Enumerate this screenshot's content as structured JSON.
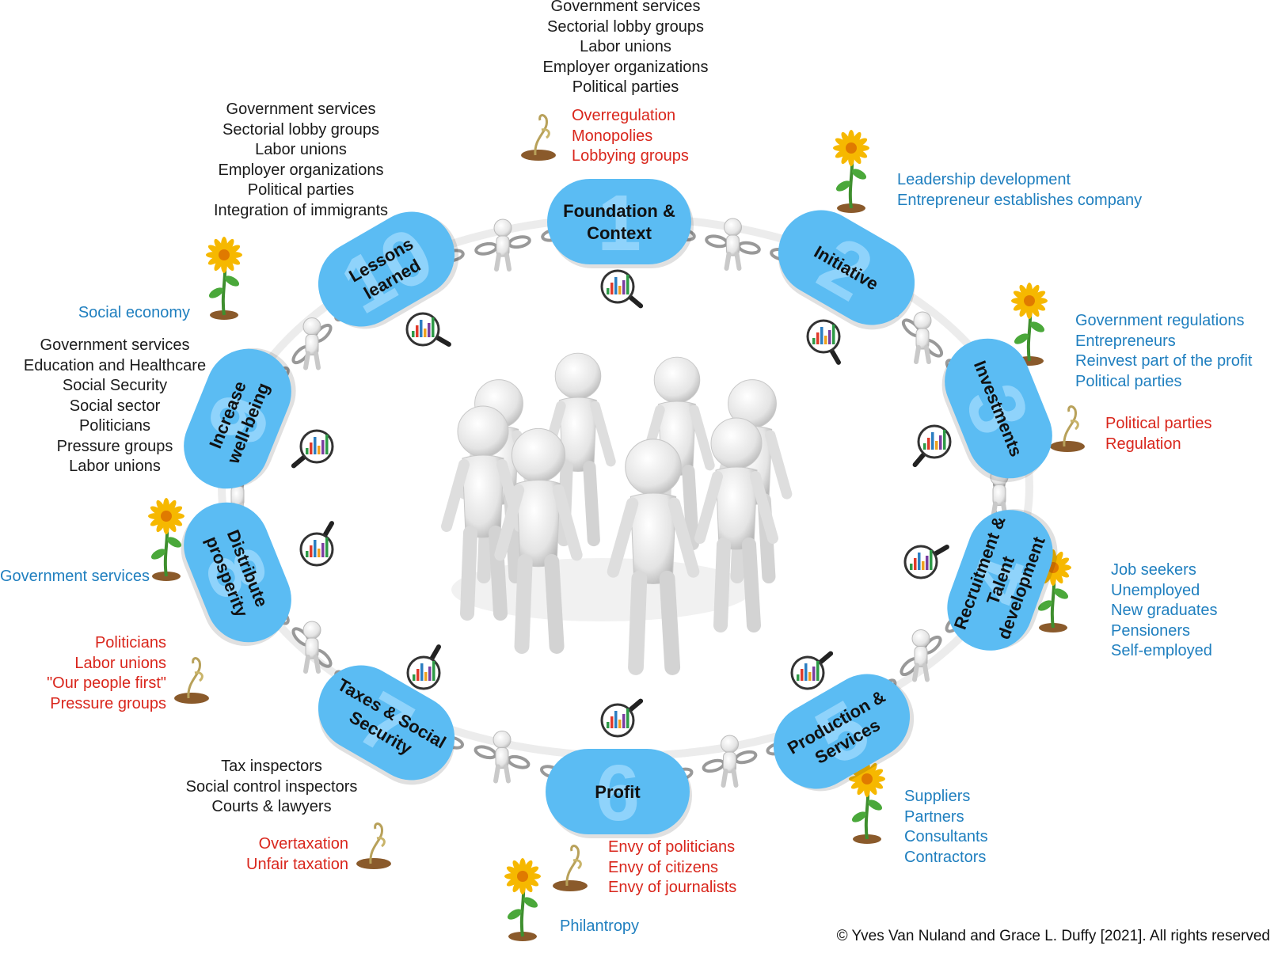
{
  "colors": {
    "pill": "#5bbcf3",
    "pill_number": "#8fd3fb",
    "black_text": "#1a1a1a",
    "blue_text": "#1f7fbf",
    "red_text": "#d9261c"
  },
  "stages": [
    {
      "number": "1",
      "label": "Foundation &\nContext"
    },
    {
      "number": "2",
      "label": "Initiative"
    },
    {
      "number": "3",
      "label": "Investments"
    },
    {
      "number": "4",
      "label": "Recruitment &\nTalent\ndevelopment"
    },
    {
      "number": "5",
      "label": "Production &\nServices"
    },
    {
      "number": "6",
      "label": "Profit"
    },
    {
      "number": "7",
      "label": "Taxes & Social\nSecurity"
    },
    {
      "number": "8",
      "label": "Distribute\nprosperity"
    },
    {
      "number": "9",
      "label": "Increase\nwell-being"
    },
    {
      "number": "10",
      "label": "Lessons\nlearned"
    }
  ],
  "groups": {
    "top_stakeholders": [
      "Government services",
      "Sectorial lobby groups",
      "Labor unions",
      "Employer organizations",
      "Political parties"
    ],
    "top_threats": [
      "Overregulation",
      "Monopolies",
      "Lobbying groups"
    ],
    "initiative_support": [
      "Leadership development",
      "Entrepreneur establishes company"
    ],
    "investments_support": [
      "Government regulations",
      "Entrepreneurs",
      "Reinvest part of the profit",
      "Political parties"
    ],
    "investments_threats": [
      "Political parties",
      "Regulation"
    ],
    "recruitment_support": [
      "Job seekers",
      "Unemployed",
      "New graduates",
      "Pensioners",
      "Self-employed"
    ],
    "production_support": [
      "Suppliers",
      "Partners",
      "Consultants",
      "Contractors"
    ],
    "profit_threats": [
      "Envy of politicians",
      "Envy of citizens",
      "Envy of journalists"
    ],
    "profit_support": [
      "Philantropy"
    ],
    "taxes_stakeholders": [
      "Tax inspectors",
      "Social control inspectors",
      "Courts & lawyers"
    ],
    "taxes_threats": [
      "Overtaxation",
      "Unfair taxation"
    ],
    "distribute_support": [
      "Government services"
    ],
    "distribute_threats": [
      "Politicians",
      "Labor unions",
      "\"Our people first\"",
      "Pressure groups"
    ],
    "wellbeing_support": [
      "Social economy"
    ],
    "wellbeing_stakeholders": [
      "Government services",
      "Education and Healthcare",
      "Social Security",
      "Social sector",
      "Politicians",
      "Pressure groups",
      "Labor unions"
    ],
    "lessons_stakeholders": [
      "Government services",
      "Sectorial lobby groups",
      "Labor unions",
      "Employer organizations",
      "Political parties",
      "Integration of immigrants"
    ]
  },
  "copyright": "© Yves Van Nuland and Grace L. Duffy [2021]. All rights reserved",
  "icons": [
    "flower-icon",
    "wilted-plant-icon",
    "magnifier-chart-icon",
    "chain-figure-icon",
    "people-circle-icon"
  ]
}
